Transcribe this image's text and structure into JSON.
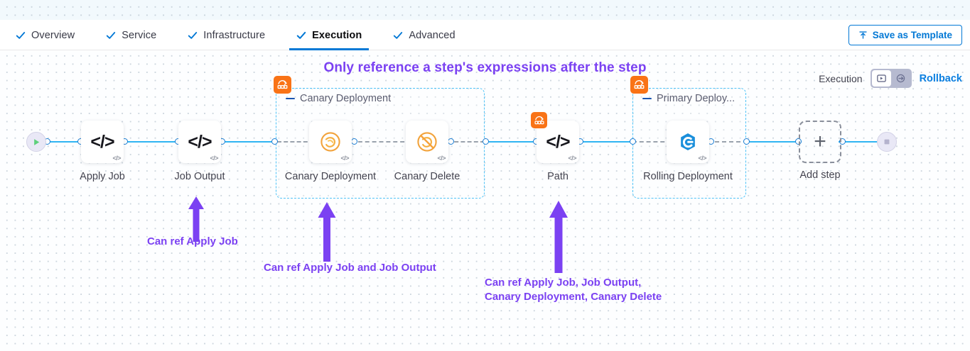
{
  "tabs": [
    {
      "label": "Overview",
      "icon": "check-icon",
      "active": false
    },
    {
      "label": "Service",
      "icon": "check-icon",
      "active": false
    },
    {
      "label": "Infrastructure",
      "icon": "check-icon",
      "active": false
    },
    {
      "label": "Execution",
      "icon": "check-icon",
      "active": true
    },
    {
      "label": "Advanced",
      "icon": "check-icon",
      "active": false
    }
  ],
  "header": {
    "save_template_label": "Save as Template",
    "save_template_icon": "upload-icon"
  },
  "canvas": {
    "banner": "Only reference a step's expressions after the step",
    "execution_label": "Execution",
    "rollback_label": "Rollback",
    "toggle": {
      "left_icon": "execution-play-box-icon",
      "right_icon": "rollback-arrow-circle-icon",
      "active": "left"
    },
    "add_step_label": "Add step",
    "add_step_icon": "plus-icon",
    "start_icon": "play-icon",
    "end_icon": "stop-icon"
  },
  "groups": [
    {
      "label": "Canary Deployment",
      "badge_icon": "step-group-icon",
      "collapse_icon": "collapse-dash-icon"
    },
    {
      "label": "Primary Deploy...",
      "badge_icon": "step-group-icon",
      "collapse_icon": "collapse-dash-icon"
    }
  ],
  "nodes": [
    {
      "name": "Apply Job",
      "icon": "code-icon",
      "badge": "code-badge-icon"
    },
    {
      "name": "Job Output",
      "icon": "code-icon",
      "badge": "code-badge-icon"
    },
    {
      "name": "Canary Deployment",
      "icon": "canary-bird-icon",
      "badge": "code-badge-icon"
    },
    {
      "name": "Canary Delete",
      "icon": "canary-bird-delete-icon",
      "badge": "code-badge-icon"
    },
    {
      "name": "Path",
      "icon": "code-icon",
      "badge": "code-badge-icon",
      "group_badge": "step-group-icon"
    },
    {
      "name": "Rolling Deployment",
      "icon": "rolling-deployment-icon",
      "badge": "code-badge-icon"
    }
  ],
  "annotations": [
    {
      "text": "Can ref Apply Job",
      "arrow": "up-arrow-icon"
    },
    {
      "text": "Can ref Apply Job and Job Output",
      "arrow": "up-arrow-icon"
    },
    {
      "text": "Can ref Apply Job, Job Output,\nCanary Deployment, Canary Delete",
      "arrow": "up-arrow-icon"
    }
  ],
  "colors": {
    "accent_blue": "#0278d5",
    "wire_blue": "#30b4f2",
    "group_border": "#4fc3f7",
    "annotation_purple": "#7b41f2",
    "badge_orange": "#f97316"
  }
}
